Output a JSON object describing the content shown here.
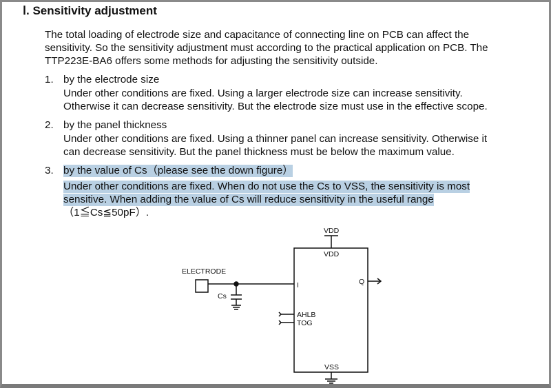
{
  "section_title": "Ⅰ. Sensitivity adjustment",
  "intro": [
    "The total loading of electrode size and capacitance of connecting line on PCB can affect the",
    "sensitivity. So the sensitivity adjustment must according to the practical application on PCB. The",
    "TTP223E-BA6 offers some methods for adjusting the sensitivity outside."
  ],
  "items": [
    {
      "num": "1.",
      "heading": "by the electrode size",
      "lines": [
        "Under other conditions are fixed. Using a larger electrode size can increase sensitivity.",
        "Otherwise it can decrease sensitivity. But the electrode size must use in the effective scope."
      ]
    },
    {
      "num": "2.",
      "heading": "by the panel thickness",
      "lines": [
        "Under other conditions are fixed. Using a thinner panel can increase sensitivity. Otherwise it",
        "can decrease sensitivity. But the panel thickness must be below the maximum value."
      ]
    },
    {
      "num": "3.",
      "heading": "by the value of Cs（please see the down figure）",
      "lines": [
        "Under other conditions are fixed. When do not use the Cs to VSS, the sensitivity is most",
        "sensitive. When adding the value of Cs will reduce sensitivity in the useful range",
        "（1≦Cs≦50pF）."
      ]
    }
  ],
  "diagram": {
    "vdd_top": "VDD",
    "vdd_pin": "VDD",
    "electrode": "ELECTRODE",
    "cs": "Cs",
    "input_pin": "I",
    "output_pin": "Q",
    "ahlb": "AHLB",
    "tog": "TOG",
    "vss": "VSS"
  }
}
